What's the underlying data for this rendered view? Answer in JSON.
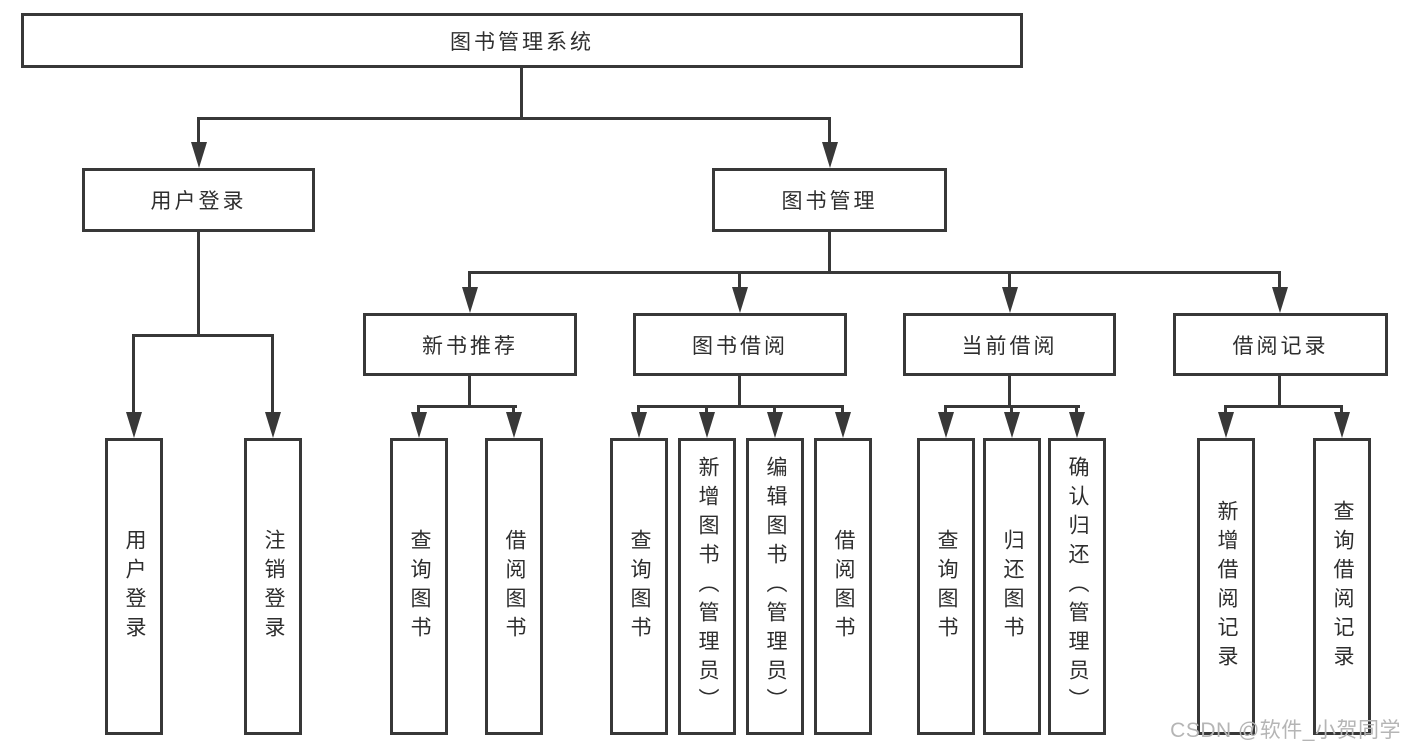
{
  "diagram_title": "图书管理系统",
  "watermark": "CSDN @软件_小贺同学",
  "colors": {
    "line": "#383838",
    "box_border": "#383838",
    "text": "#2e2e2e",
    "watermark": "#b5b5b5",
    "background": "#ffffff"
  },
  "tree": {
    "label": "图书管理系统",
    "children": [
      {
        "label": "用户登录",
        "children": [
          {
            "label": "用户登录"
          },
          {
            "label": "注销登录"
          }
        ]
      },
      {
        "label": "图书管理",
        "children": [
          {
            "label": "新书推荐",
            "children": [
              {
                "label": "查询图书"
              },
              {
                "label": "借阅图书"
              }
            ]
          },
          {
            "label": "图书借阅",
            "children": [
              {
                "label": "查询图书"
              },
              {
                "label": "新增图书（管理员）"
              },
              {
                "label": "编辑图书（管理员）"
              },
              {
                "label": "借阅图书"
              }
            ]
          },
          {
            "label": "当前借阅",
            "children": [
              {
                "label": "查询图书"
              },
              {
                "label": "归还图书"
              },
              {
                "label": "确认归还（管理员）"
              }
            ]
          },
          {
            "label": "借阅记录",
            "children": [
              {
                "label": "新增借阅记录"
              },
              {
                "label": "查询借阅记录"
              }
            ]
          }
        ]
      }
    ]
  }
}
